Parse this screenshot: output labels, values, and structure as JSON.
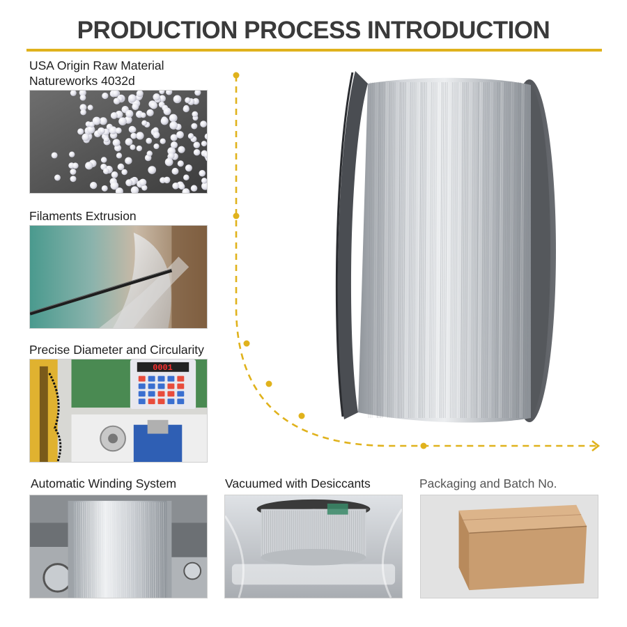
{
  "title": "PRODUCTION PROCESS INTRODUCTION",
  "colors": {
    "accent": "#e0b21c",
    "title": "#3a3a3a",
    "filament": "#c9ccd1",
    "cardboard": "#c79a6e"
  },
  "steps": [
    {
      "line1": "USA Origin Raw Material",
      "line2": "Natureworks 4032d",
      "image": "plastic-pellets-photo"
    },
    {
      "line1": "Filaments Extrusion",
      "image": "extrusion-photo"
    },
    {
      "line1": "Precise Diameter and Circularity",
      "image": "diameter-gauge-photo",
      "gauge_reading": "0001"
    },
    {
      "line1": "Automatic Winding System",
      "image": "winding-machine-photo"
    },
    {
      "line1": "Vacuumed with Desiccants",
      "image": "vacuum-bag-photo"
    },
    {
      "line1": "Packaging and Batch No.",
      "image": "cardboard-box-photo"
    }
  ],
  "hero": {
    "image": "filament-spool-photo"
  },
  "flow": {
    "icon": "arrow-right-icon"
  }
}
